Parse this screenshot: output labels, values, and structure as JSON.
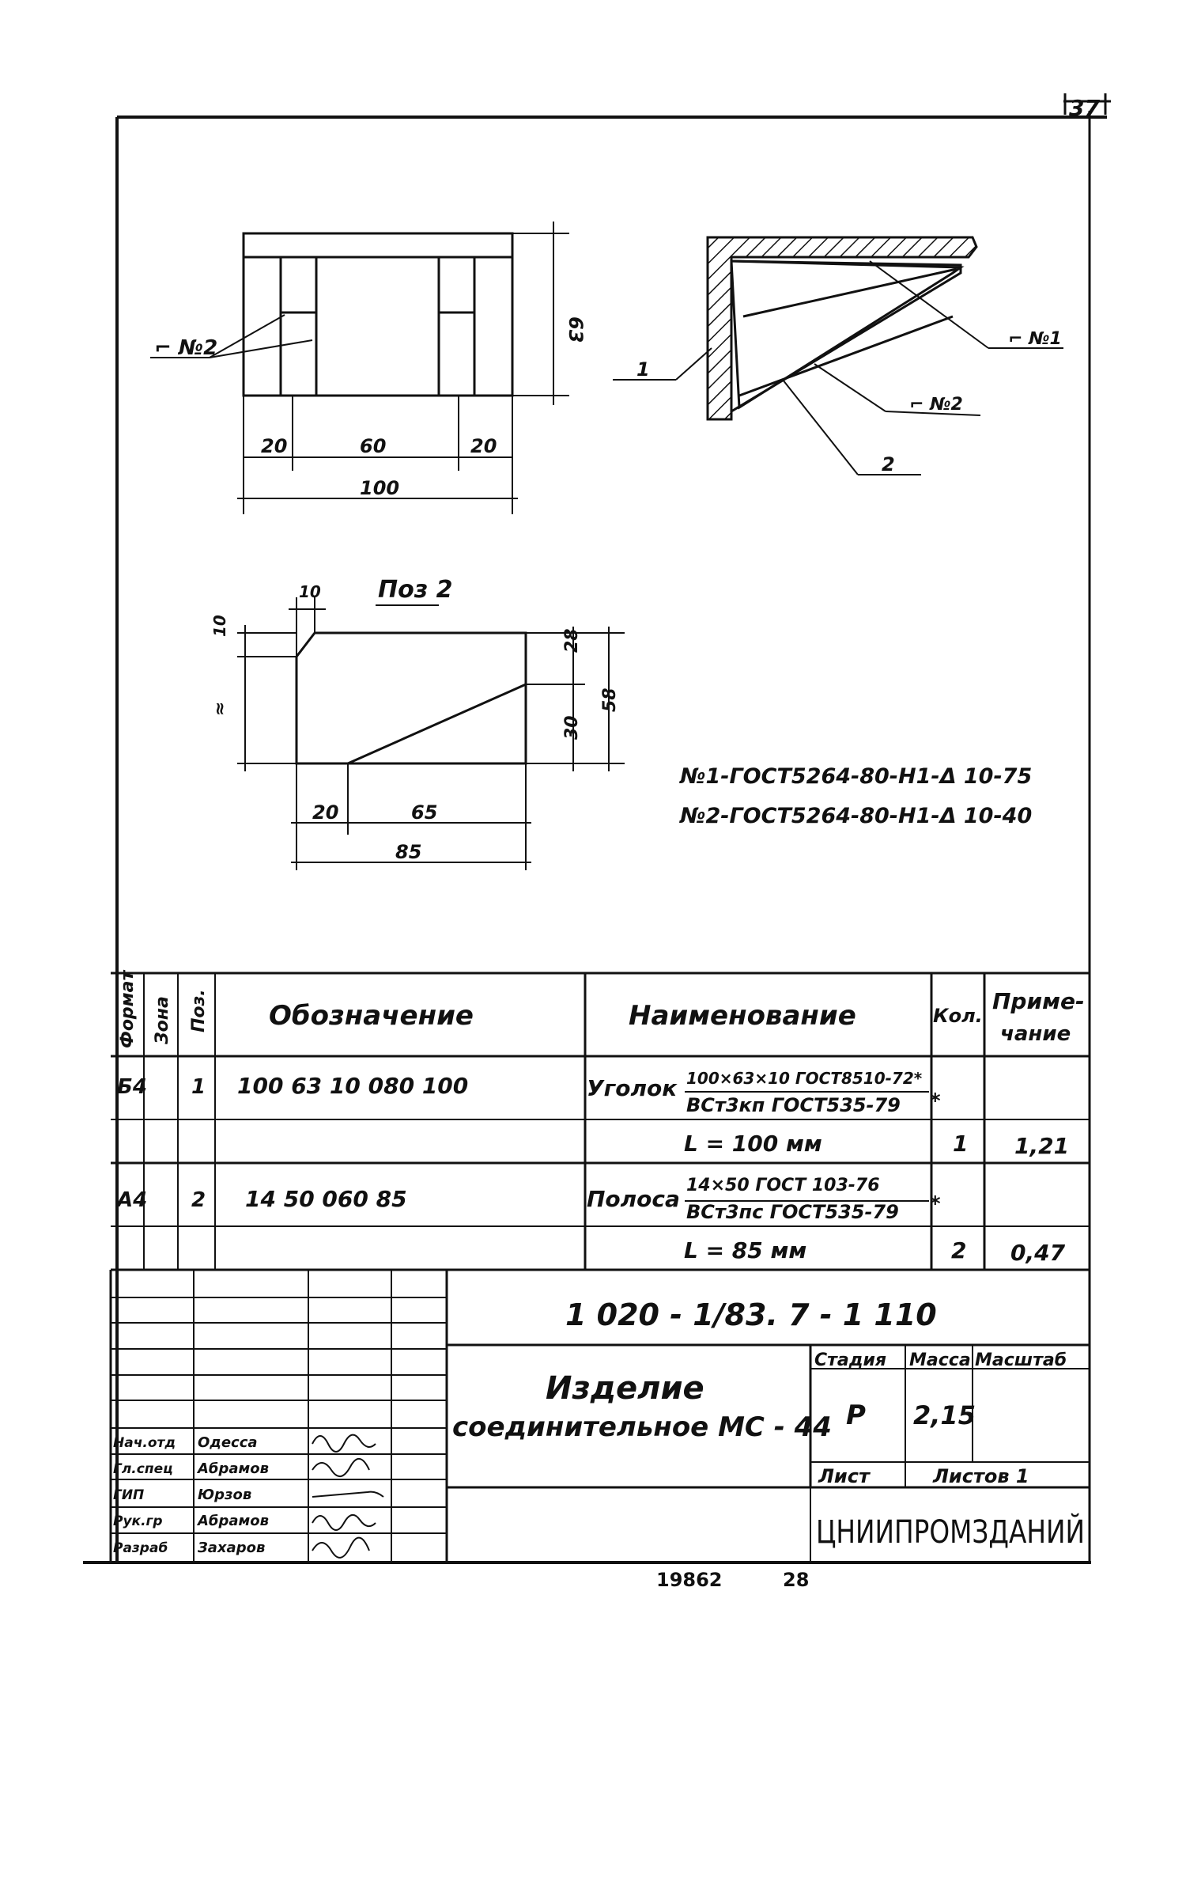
{
  "sheet_number": "37",
  "footer": {
    "number": "19862",
    "page": "28"
  },
  "drawing": {
    "view1": {
      "label_weld": "⌐ №2",
      "dims": {
        "d1": "20",
        "d2": "60",
        "d3": "20",
        "total": "100",
        "height": "63"
      }
    },
    "view2": {
      "label_1": "1",
      "label_2": "2",
      "weld_1": "⌐ №1",
      "weld_2": "⌐ №2"
    },
    "pos2": {
      "title": "Поз 2",
      "dims": {
        "top_w": "10",
        "top_h": "10",
        "side": "≈",
        "d20": "20",
        "d65": "65",
        "total": "85",
        "r28": "28",
        "r30": "30",
        "r58": "58"
      }
    },
    "notes": [
      "№1-ГОСТ5264-80-Н1-Δ 10-75",
      "№2-ГОСТ5264-80-Н1-Δ 10-40"
    ]
  },
  "spec_table": {
    "headers": {
      "format": "Формат",
      "zone": "Зона",
      "pos": "Поз.",
      "designation": "Обозначение",
      "name": "Наименование",
      "qty": "Кол.",
      "note_line1": "Приме-",
      "note_line2": "чание"
    },
    "rows": [
      {
        "format": "Б4",
        "pos": "1",
        "designation": "100 63 10 080 100",
        "name_main": "Уголок",
        "name_frac_top": "100×63×10 ГОСТ8510-72*",
        "name_frac_bottom": "ВСт3кп ГОСТ535-79",
        "star": "*",
        "length": "L = 100 мм",
        "qty": "1",
        "note": "1,21"
      },
      {
        "format": "А4",
        "pos": "2",
        "designation": "14 50 060 85",
        "name_main": "Полоса",
        "name_frac_top": "14×50 ГОСТ 103-76",
        "name_frac_bottom": "ВСт3пс ГОСТ535-79",
        "star": "*",
        "length": "L = 85 мм",
        "qty": "2",
        "note": "0,47"
      }
    ]
  },
  "title_block": {
    "code": "1 020 - 1/83.  7 - 1   110",
    "title_line1": "Изделие",
    "title_line2": "соединительное МС - 44",
    "stage_header": "Стадия",
    "mass_header": "Масса",
    "scale_header": "Масштаб",
    "stage": "Р",
    "mass": "2,15",
    "sheet_label": "Лист",
    "sheets_label": "Листов 1",
    "org": "ЦНИИПРОМЗДАНИЙ",
    "signatures": [
      {
        "role": "Нач.отд",
        "name": "Одесса"
      },
      {
        "role": "Гл.спец",
        "name": "Абрамов"
      },
      {
        "role": "ГИП",
        "name": "Юрзов"
      },
      {
        "role": "Рук.гр",
        "name": "Абрамов"
      },
      {
        "role": "Разраб",
        "name": "Захаров"
      }
    ]
  }
}
